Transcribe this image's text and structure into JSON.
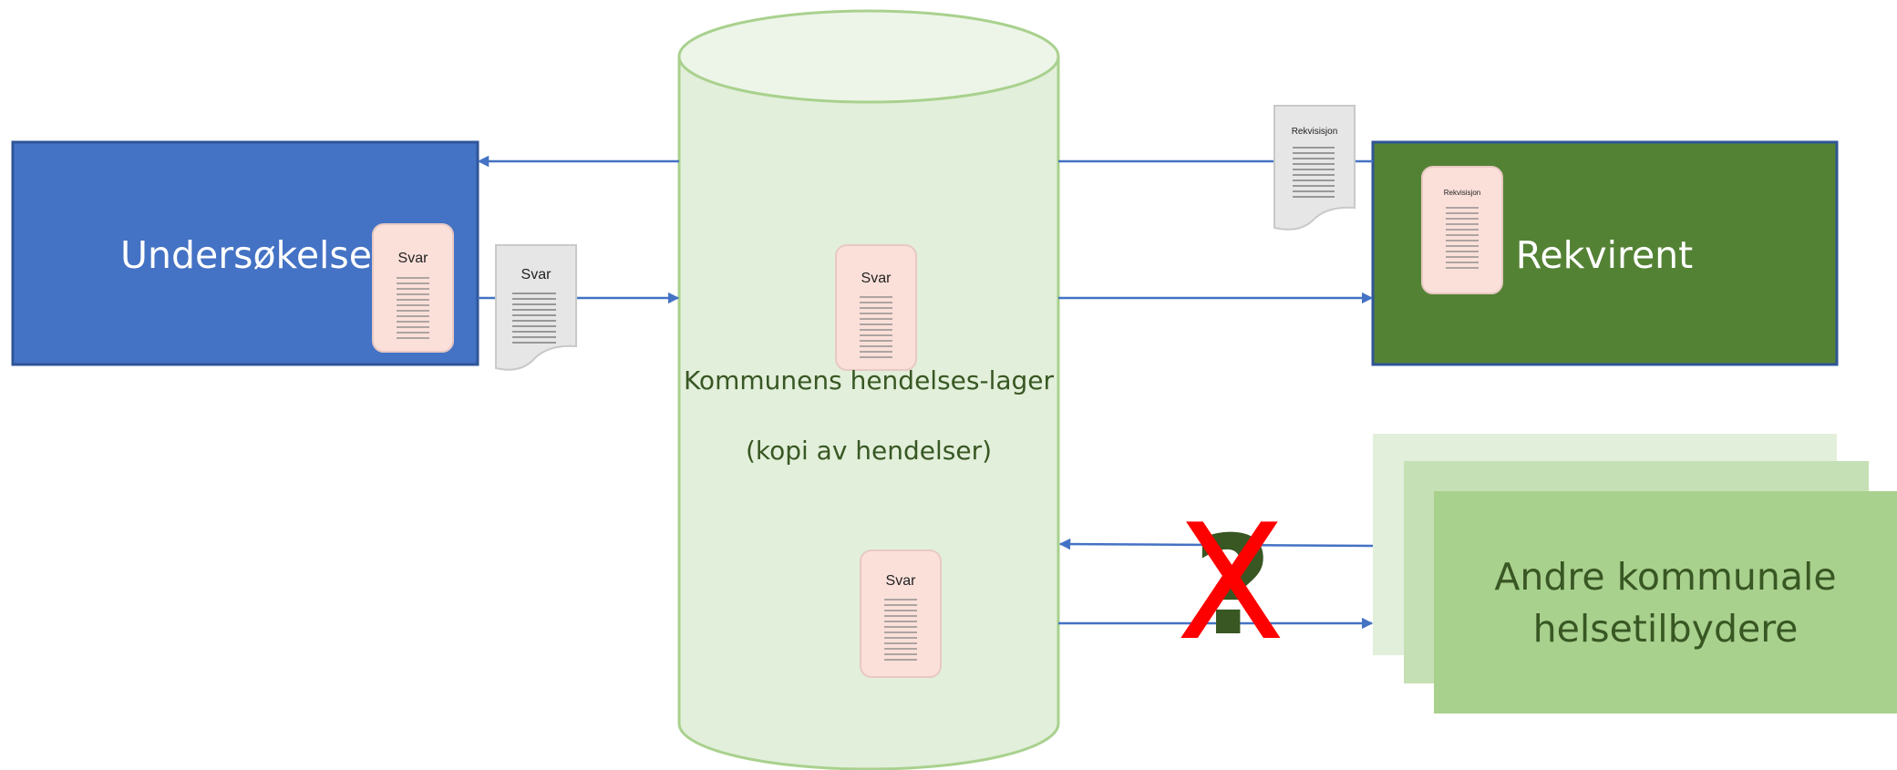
{
  "nodes": {
    "undersokelse": {
      "label": "Undersøkelse",
      "color": "#4472C4"
    },
    "rekvirent": {
      "label": "Rekvirent",
      "color": "#548235"
    },
    "store": {
      "label_line1": "Kommunens hendelses-lager",
      "label_line2": "(kopi av hendelser)",
      "color": "#E2EFDA",
      "border": "#A9D18E"
    },
    "andre": {
      "label_line1": "Andre kommunale",
      "label_line2": "helsetilbydere",
      "color": "#A9D18E"
    }
  },
  "documents": {
    "svar": "Svar",
    "rekvisisjon": "Rekvisisjon"
  },
  "symbols": {
    "question": "?",
    "cross": "X",
    "cross_color": "#FF0000",
    "arrow_color": "#4472C4"
  }
}
